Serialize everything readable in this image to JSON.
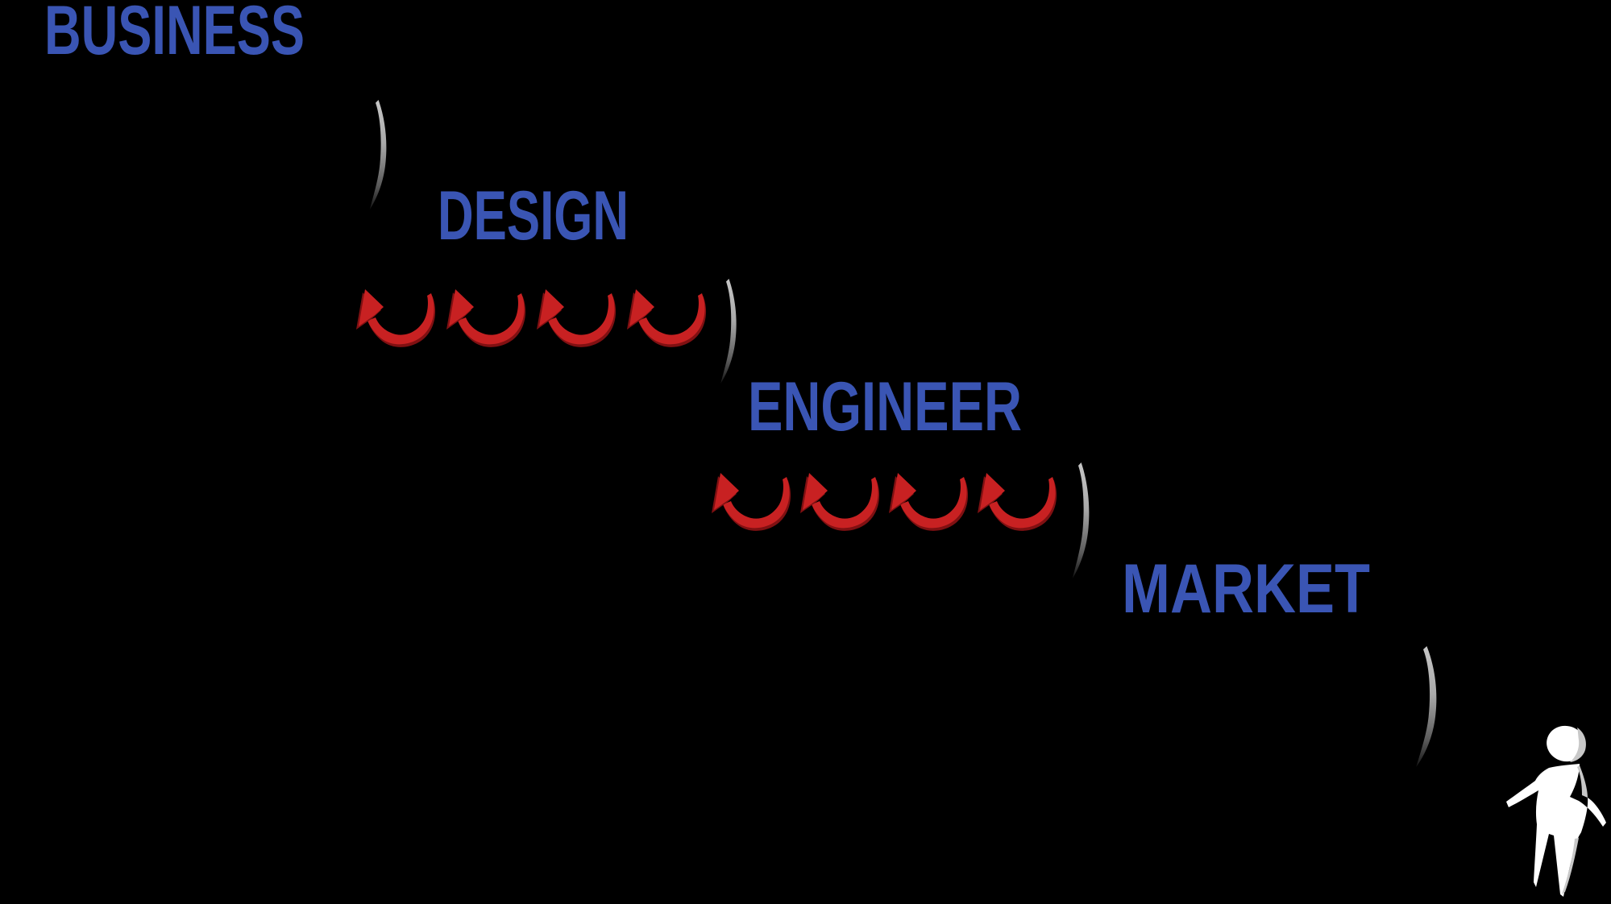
{
  "title": "Waterfall process diagram",
  "background_color": "#000000",
  "stages": [
    {
      "label": "BUSINESS"
    },
    {
      "label": "DESIGN"
    },
    {
      "label": "ENGINEER"
    },
    {
      "label": "MARKET"
    }
  ],
  "arrows": {
    "meaning": "iteration loop-back arrows",
    "rows": [
      {
        "after_stage": "DESIGN",
        "count": 4
      },
      {
        "after_stage": "ENGINEER",
        "count": 4
      }
    ]
  },
  "flow_arcs": {
    "meaning": "transition arc between stages",
    "count": 4
  },
  "icons": {
    "loop_arrow": "loopback-arrow-icon",
    "flow_arc": "flow-arc-icon",
    "person": "person-icon"
  },
  "colors": {
    "background": "#000000",
    "label_blue": "#3a55b4",
    "arrow_red": "#c82122",
    "arrow_red_dark": "#801012",
    "curve_gray": "#a9a9a9",
    "figure_white": "#ffffff",
    "figure_shade": "#c8c8c8"
  }
}
